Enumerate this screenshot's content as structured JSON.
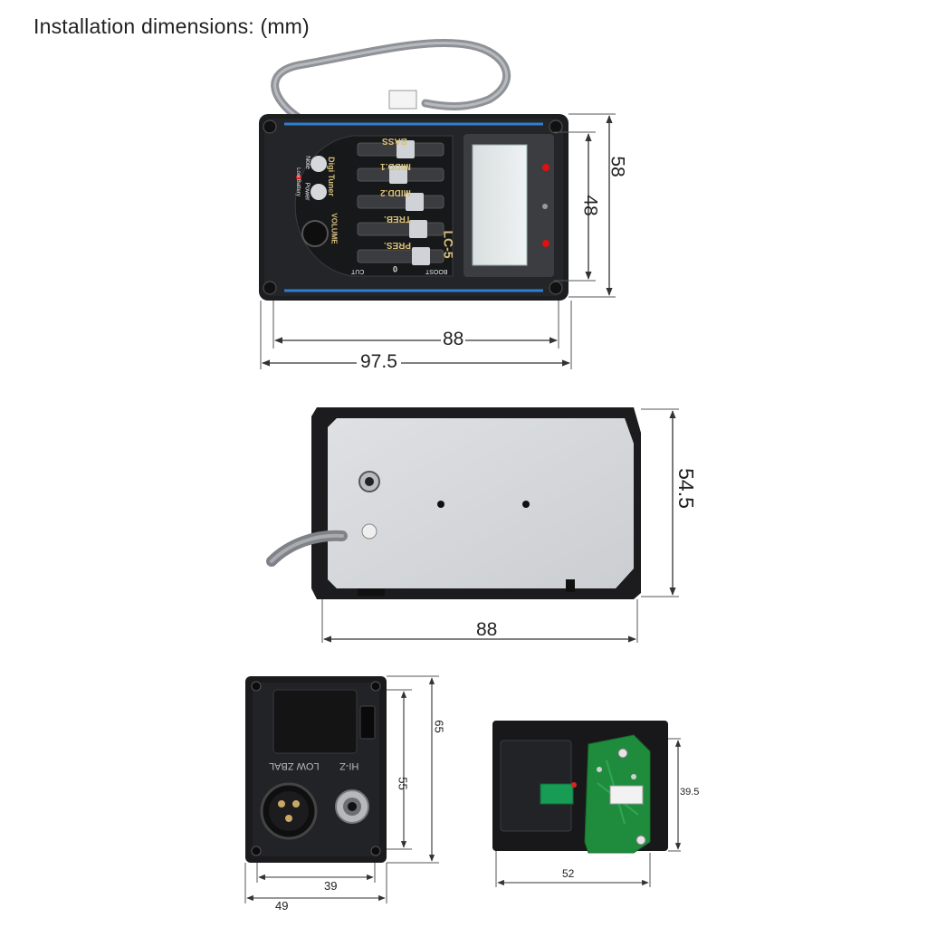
{
  "title": "Installation dimensions: (mm)",
  "panel_labels": {
    "bass": "BASS",
    "mid1": "MIDD.1",
    "mid2": "MIDD.2",
    "treb": "TREB.",
    "pres": "PRES.",
    "model": "LC-5",
    "digi_tuner": "Digi Tuner",
    "volume": "VOLUME",
    "note": "Note",
    "power": "Power",
    "low_battery": "Low Battery",
    "boost": "BOOST",
    "cut": "CUT",
    "zero": "0"
  },
  "jack_labels": {
    "low_zbal": "LOW ZBAL",
    "hi_z": "HI-Z"
  },
  "front_view": {
    "height_outer": "58",
    "height_inner": "48",
    "width_inner": "88",
    "width_outer": "97.5"
  },
  "back_view": {
    "height": "54.5",
    "width": "88"
  },
  "jack_view": {
    "height_outer": "65",
    "height_inner": "55",
    "width_inner": "39",
    "width_outer": "49"
  },
  "battery_view": {
    "height": "39.5",
    "width": "52"
  }
}
